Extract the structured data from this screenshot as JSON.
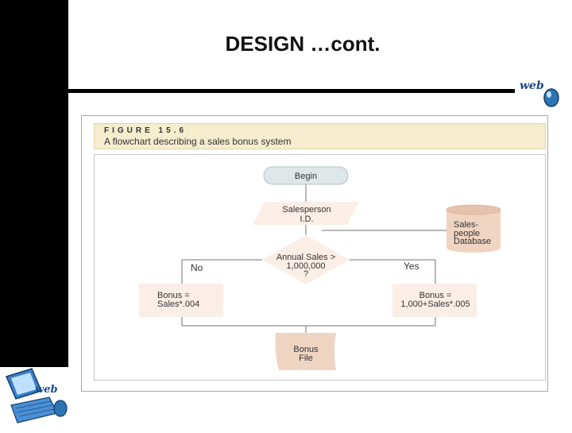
{
  "slide": {
    "title": "DESIGN …cont."
  },
  "figure": {
    "label": "FIGURE 15.6",
    "caption": "A flowchart describing a sales bonus system"
  },
  "flowchart": {
    "start": "Begin",
    "input_line1": "Salesperson",
    "input_line2": "I.D.",
    "database_line1": "Sales-",
    "database_line2": "people",
    "database_line3": "Database",
    "decision_line1": "Annual Sales >",
    "decision_line2": "1,000,000",
    "decision_line3": "?",
    "branch_no": "No",
    "branch_yes": "Yes",
    "no_process_line1": "Bonus =",
    "no_process_line2": "Sales*.004",
    "yes_process_line1": "Bonus =",
    "yes_process_line2": "1,000+Sales*.005",
    "output_line1": "Bonus",
    "output_line2": "File"
  },
  "colors": {
    "sidebar": "#000000",
    "caption_band": "#f6edcf",
    "terminator": "#dde6e8",
    "process": "#fbeee6",
    "database": "#f0d4c2",
    "connector": "#707070"
  },
  "icons": {
    "logo_top": "web-logo-icon",
    "logo_bottom": "computer-web-logo-icon"
  }
}
